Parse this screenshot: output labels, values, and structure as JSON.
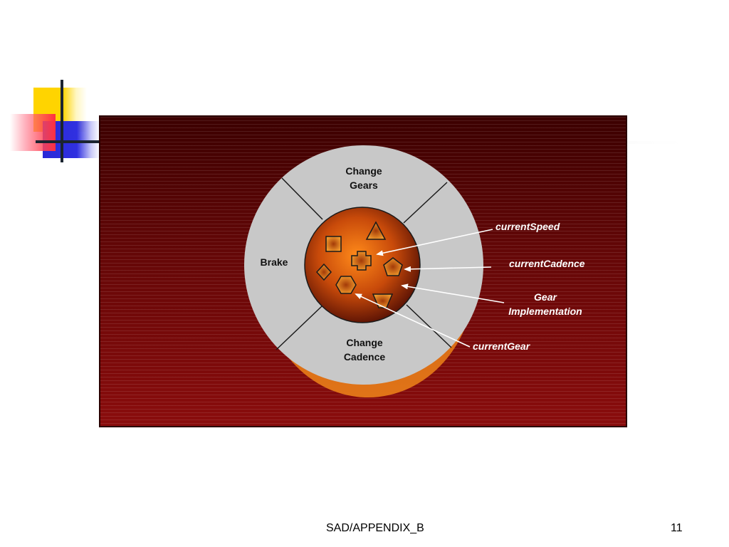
{
  "diagram": {
    "segments": {
      "top": [
        "Change",
        "Gears"
      ],
      "left": "Brake",
      "bottom": [
        "Change",
        "Cadence"
      ]
    },
    "callouts": {
      "current_speed": "currentSpeed",
      "current_cadence": "currentCadence",
      "gear_implementation": [
        "Gear",
        "Implementation"
      ],
      "current_gear": "currentGear"
    }
  },
  "footer": {
    "label": "SAD/APPENDIX_B",
    "page_number": "11"
  },
  "colors": {
    "panel_dark": "#3c0000",
    "panel_light": "#8a0c0c",
    "ring": "#c8c8c8",
    "core": "#d7560f",
    "orange": "#e06810",
    "text_white": "#ffffff"
  }
}
